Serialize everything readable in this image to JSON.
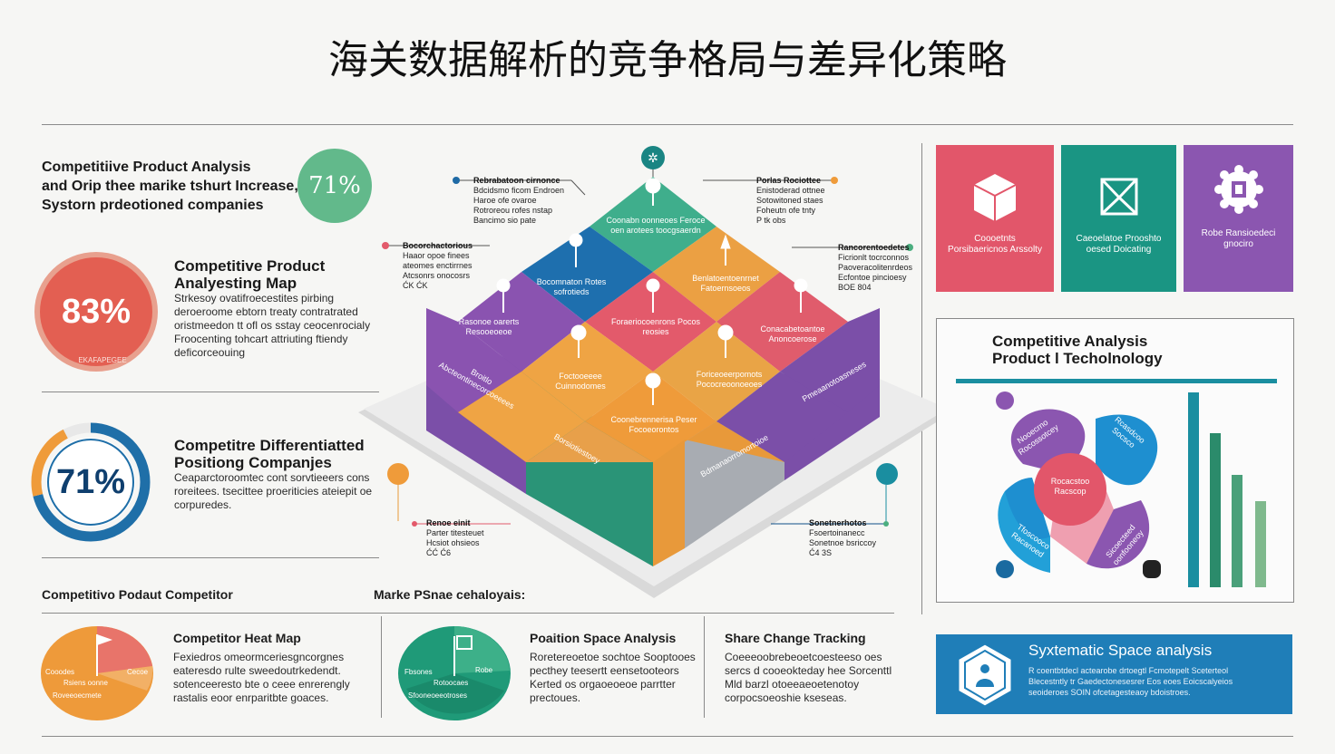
{
  "title": "海关数据解析的竞争格局与差异化策略",
  "left": {
    "block1": {
      "heading_line1": "Competitiive Product Analysis",
      "heading_line2": "and Orip thee marike tshurt Increase,",
      "heading_line3": "Systorn prdeotioned companies",
      "percent": "71%"
    },
    "block2": {
      "percent": "83%",
      "ring_caption": "EKAFAPEGEE",
      "heading_line1": "Competitive Product",
      "heading_line2": "Analyesting Map",
      "text": [
        "Strkesoy ovatifroecestites pirbing",
        "deroeroome ebtorn treaty contratrated",
        "oristmeedon tt ofl os sstay ceocenrocialy",
        "Froocenting tohcart attriuting ftiendy",
        "deficorceouing"
      ]
    },
    "block3": {
      "percent": "71%",
      "heading_line1": "Competitre Differentiatted",
      "heading_line2": "Positiong Companjes",
      "text": [
        "Ceaparctoroomtec cont sorvtieeers cons",
        "roreitees. tsecittee proeriticies ateiepit oe",
        "corpuredes."
      ]
    },
    "bottom_label": "Competitivo Podaut Competitor"
  },
  "center": {
    "bottom_label": "Marke PSnae cehaloyais:",
    "top_icon": "molecule-icon",
    "callouts": [
      {
        "title": "Rebrabatoon cirnonce",
        "lines": [
          "Bdcidsmo ficom Endroen",
          "Haroe ofe ovaroe",
          "Rotroreou rofes nstap",
          "Bancimo sio pate"
        ]
      },
      {
        "title": "Porlas Rociottee",
        "lines": [
          "Enistoderad ottnee",
          "Sotowitoned staes",
          "Foheutn ofe tnty",
          "P tk obs"
        ]
      },
      {
        "title": "Bocorchactorious",
        "lines": [
          "Haaor opoe finees",
          "ateomes enctirrnes",
          "Atcsonrs onocosrs",
          "ĆK ĆK"
        ]
      },
      {
        "title": "Rancorentoedetes",
        "lines": [
          "Ficrionlt tocrconnos",
          "Paoveracolitenrdeos",
          "Ecfontoe pincioesy",
          "BOE 804"
        ]
      },
      {
        "title": "Renoe einit",
        "lines": [
          "Parter titesteuet",
          "Hcsiot ohsieos",
          "ĆĆ Ć6"
        ]
      },
      {
        "title": "Sonetnerhotos",
        "lines": [
          "Fsoertoinanecc",
          "Sonetnoe bsriccoy",
          "Ć4 3S"
        ]
      }
    ],
    "cells": {
      "top": "Coonabn oonneoes Feroce oen arotees toocgsaerdn",
      "mid_left": "Bocomnaton Rotes sofrotieds",
      "mid_right": "Benlatoentoenrnet Fatoernsoeos",
      "center_left": "Rasonoe oarerts Resooeoeoe",
      "center": "Foraeriocoenrons Pocos reosies",
      "center_right": "Conacabetoantoe Anoncoerose",
      "lower_left": "Foctooeeee Cuinnodomes",
      "lower_right": "Foriceoeerpomots Pococreoonoeoes",
      "bottom": "Coonebrennerisa Peser Focoeorontos",
      "side_left": "Broitlo Abcteontinecorcoeeees",
      "side_front": "Borsiotiestoey",
      "side_right_1": "Bdmanaorromortoioe",
      "side_right_2": "Pmeaanotoasneses"
    }
  },
  "tiles": [
    {
      "color": "#e2566a",
      "icon": "cube-icon",
      "label": "Coooetnts Porsibaericnos Arssolty"
    },
    {
      "color": "#1a9583",
      "icon": "diamond-box-icon",
      "label": "Caeoelatoe Prooshto oesed Doicating"
    },
    {
      "color": "#8b56b0",
      "icon": "badge-icon",
      "label": "Robe Ransioedeci gnociro"
    }
  ],
  "tech_panel": {
    "heading_line1": "Competitive  Analysis",
    "heading_line2": "Product l Techolnology",
    "center_label": "Rocacstoo Racscop",
    "segment_labels": [
      "Nooecrno Rocossotcey",
      "Rcasdcoo Socsco",
      "Sicoecteed oonfooneoy",
      "Tfoscooco Racanoed"
    ],
    "bar_colors": [
      "#1a8ea0",
      "#2b8b6b",
      "#4aa07a",
      "#7fb98d"
    ],
    "bar_values": [
      0.95,
      0.75,
      0.55,
      0.42
    ]
  },
  "system_panel": {
    "title": "Syxtematic Space analysis",
    "icon": "hexagon-person-icon",
    "text": [
      "R coentbtdecl actearobe drtoegtl Fcmotepelt Sceterteol",
      "Blecestntly tr Gaedectonesesrer Eos eoes Eoicscalyeios",
      "seoideroes SOIN ofcetagesteaoy bdoistroes."
    ]
  },
  "bottom": {
    "heat_map": {
      "heading": "Competitor Heat Map",
      "text": [
        "Fexiedros omeormceriesgncorgnes",
        "eateresdo rulte sweedoutrkedendt.",
        "sotenceeresto bte o ceee enrerengly",
        "rastalis eoor enrparitbte goaces."
      ],
      "pie_labels": [
        "Cooodes",
        "Cecoe",
        "Rsiens oonne",
        "Roveeoecmete"
      ]
    },
    "position_space": {
      "heading": "Poaition Space Analysis",
      "text": [
        "Roretereoetoe sochtoe Sooptooes",
        "pecthey teesertt eensetooteors",
        "Kerted os orgaoeoeoe parrtter",
        "prectoues."
      ],
      "pie_labels": [
        "Fbsones",
        "Robe",
        "Rotoocaes",
        "Sfooneoeeotroses"
      ]
    },
    "share_change": {
      "heading": "Share Change Tracking",
      "text": [
        "Coeeeoobrebeoetcoesteeso oes",
        "sercs d cooeokteday hee Sorcenttl",
        "Mld barzl otoeeaeoetenotoy",
        "corpocsoeoshie kseseas."
      ]
    }
  },
  "colors": {
    "coral": "#e2596a",
    "orange": "#eb9b3b",
    "teal": "#1a9583",
    "green": "#4bae7f",
    "purple": "#8b56b0",
    "blue": "#1f6aa5",
    "navy": "#0d4f88"
  }
}
